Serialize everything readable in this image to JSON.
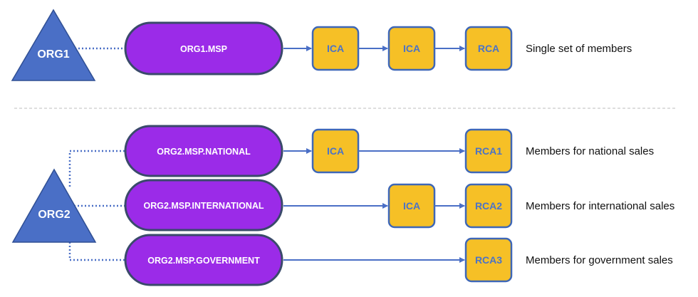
{
  "colors": {
    "triangle_fill": "#4a6fc6",
    "triangle_stroke": "#2f4f94",
    "pill_fill": "#9b2be8",
    "pill_stroke": "#3a4a6b",
    "box_fill": "#f6c026",
    "box_stroke": "#3e67b7",
    "box_text": "#4b73c7",
    "connector": "#4a6fc6",
    "separator": "#bdbdbd"
  },
  "org1": {
    "name": "ORG1",
    "msp": "ORG1.MSP",
    "chain": [
      "ICA",
      "ICA",
      "RCA"
    ],
    "description": "Single set of members"
  },
  "org2": {
    "name": "ORG2",
    "rows": [
      {
        "msp": "ORG2.MSP.NATIONAL",
        "ica": "ICA",
        "rca": "RCA1",
        "description": "Members for national sales"
      },
      {
        "msp": "ORG2.MSP.INTERNATIONAL",
        "ica": "ICA",
        "rca": "RCA2",
        "description": "Members for international sales"
      },
      {
        "msp": "ORG2.MSP.GOVERNMENT",
        "rca": "RCA3",
        "description": "Members for government sales"
      }
    ]
  }
}
